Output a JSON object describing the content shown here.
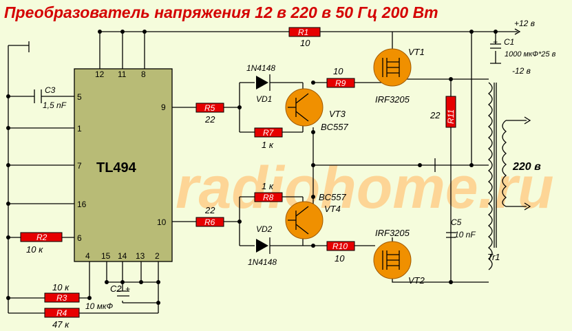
{
  "title": "Преобразователь напряжения 12 в 220 в 50 Гц 200 Вт",
  "watermark": "radiohome.ru",
  "ic": {
    "name": "TL494",
    "pins": [
      "12",
      "11",
      "8",
      "5",
      "1",
      "7",
      "16",
      "6",
      "9",
      "10",
      "4",
      "15",
      "14",
      "13",
      "2"
    ]
  },
  "supply": {
    "plus": "+12 в",
    "minus": "-12 в",
    "cap": "C1",
    "cap_value": "1000 мкФ*25 в"
  },
  "output": {
    "voltage": "220 в",
    "transformer": "Tr1"
  },
  "resistors": {
    "R1": {
      "name": "R1",
      "value": "10"
    },
    "R2": {
      "name": "R2",
      "value": "10 к"
    },
    "R3": {
      "name": "R3",
      "value": "10 к"
    },
    "R4": {
      "name": "R4",
      "value": "47 к"
    },
    "R5": {
      "name": "R5",
      "value": "22"
    },
    "R6": {
      "name": "R6",
      "value": "22"
    },
    "R7": {
      "name": "R7",
      "value": "1 к"
    },
    "R8": {
      "name": "R8",
      "value": "1 к"
    },
    "R9": {
      "name": "R9",
      "value": "10"
    },
    "R10": {
      "name": "R10",
      "value": "10"
    },
    "R11": {
      "name": "R11",
      "value": "22"
    }
  },
  "capacitors": {
    "C2": {
      "name": "C2",
      "value": "10 мкФ"
    },
    "C3": {
      "name": "C3",
      "value": "1,5 nF"
    },
    "C5": {
      "name": "C5",
      "value": "10 nF"
    }
  },
  "diodes": {
    "VD1": "VD1",
    "VD2": "VD2",
    "type": "1N4148"
  },
  "transistors": {
    "VT1": {
      "name": "VT1",
      "type": "IRF3205"
    },
    "VT2": {
      "name": "VT2",
      "type": "IRF3205"
    },
    "VT3": {
      "name": "VT3",
      "type": "BC557"
    },
    "VT4": {
      "name": "VT4",
      "type": "BC557"
    }
  }
}
